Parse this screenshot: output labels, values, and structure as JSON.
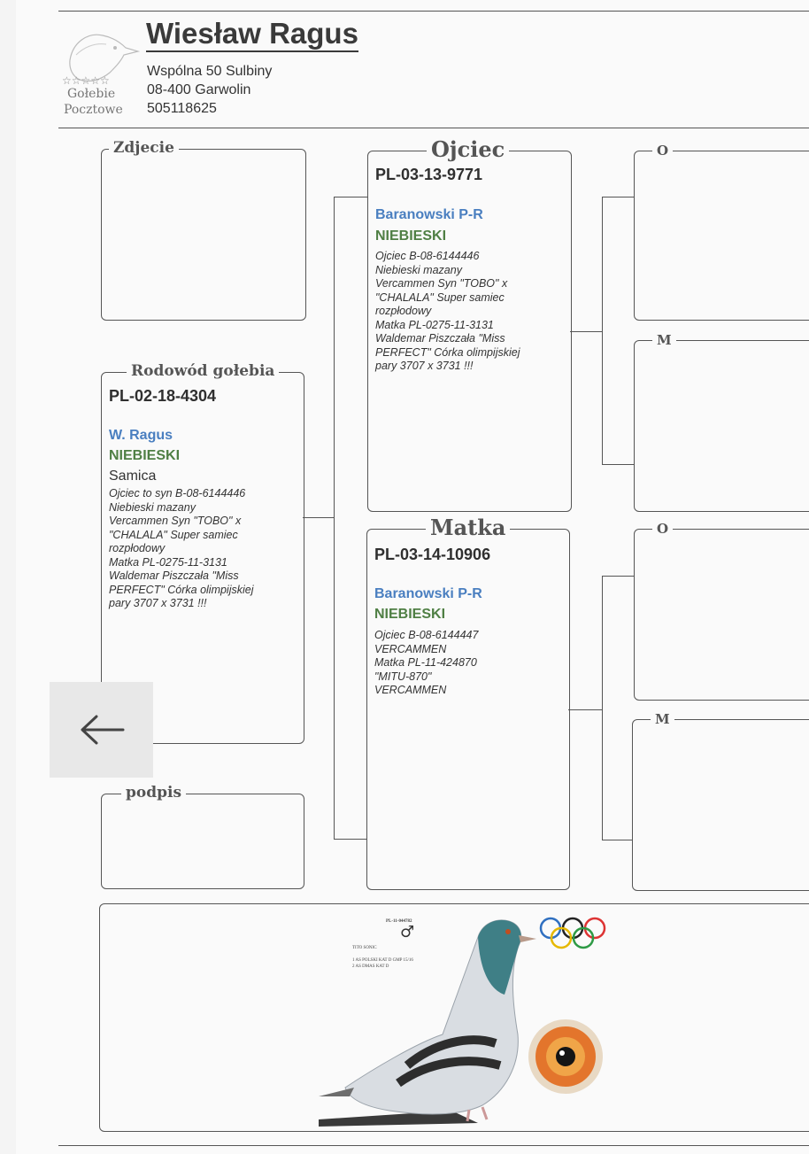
{
  "header": {
    "name": "Wiesław Ragus",
    "address_line1": "Wspólna 50  Sulbiny",
    "address_line2": "08-400 Garwolin",
    "phone": "505118625",
    "logo_line1": "Gołebie",
    "logo_line2": "Pocztowe",
    "logo_stars": "☆☆☆☆☆"
  },
  "photo_box": {
    "title": "Zdjecie"
  },
  "subject": {
    "title": "Rodowód gołebia",
    "ring": "PL-02-18-4304",
    "breeder": "W. Ragus",
    "color": "NIEBIESKI",
    "sex": "Samica",
    "notes": "Ojciec to syn  B-08-6144446\nNiebieski mazany\nVercammen Syn \"TOBO\" x\n\"CHALALA\" Super samiec\nrozpłodowy\nMatka PL-0275-11-3131\nWaldemar Piszczała \"Miss\nPERFECT\" Córka olimpijskiej\npary 3707 x 3731 !!!"
  },
  "signature_box": {
    "title": "podpis"
  },
  "father": {
    "title": "Ojciec",
    "ring": "PL-03-13-9771",
    "breeder": "Baranowski P-R",
    "color": "NIEBIESKI",
    "notes": "Ojciec B-08-6144446\nNiebieski mazany\nVercammen Syn \"TOBO\" x\n\"CHALALA\" Super samiec\nrozpłodowy\nMatka PL-0275-11-3131\nWaldemar Piszczała \"Miss\nPERFECT\" Córka olimpijskiej\npary 3707 x 3731 !!!"
  },
  "mother": {
    "title": "Matka",
    "ring": "PL-03-14-10906",
    "breeder": "Baranowski P-R",
    "color": "NIEBIESKI",
    "notes": "Ojciec B-08-6144447\nVERCAMMEN\nMatka PL-11-424870\n\"MITU-870\"\nVERCAMMEN"
  },
  "grandparents": [
    {
      "title": "O"
    },
    {
      "title": "M"
    },
    {
      "title": "O"
    },
    {
      "title": "M"
    }
  ],
  "bottom_panel": {
    "ring_small": "PL-11-044782",
    "sex_symbol": "♂",
    "line1": "TITO SONIC",
    "line2": "1 AS POLSKI KAT D  GMP 15/16",
    "line3": "2 AS DMAS KAT D"
  },
  "nav": {
    "back_icon": "←"
  }
}
